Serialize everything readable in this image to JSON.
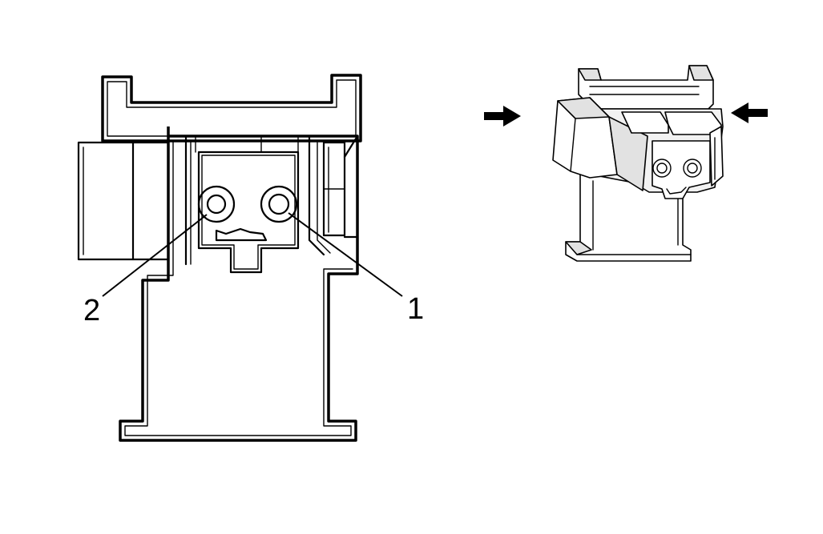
{
  "pins": [
    {
      "id": "pin-1",
      "label": "1"
    },
    {
      "id": "pin-2",
      "label": "2"
    }
  ],
  "colors": {
    "line": "#000000",
    "background": "#ffffff",
    "shade": "#e2e2e2"
  }
}
